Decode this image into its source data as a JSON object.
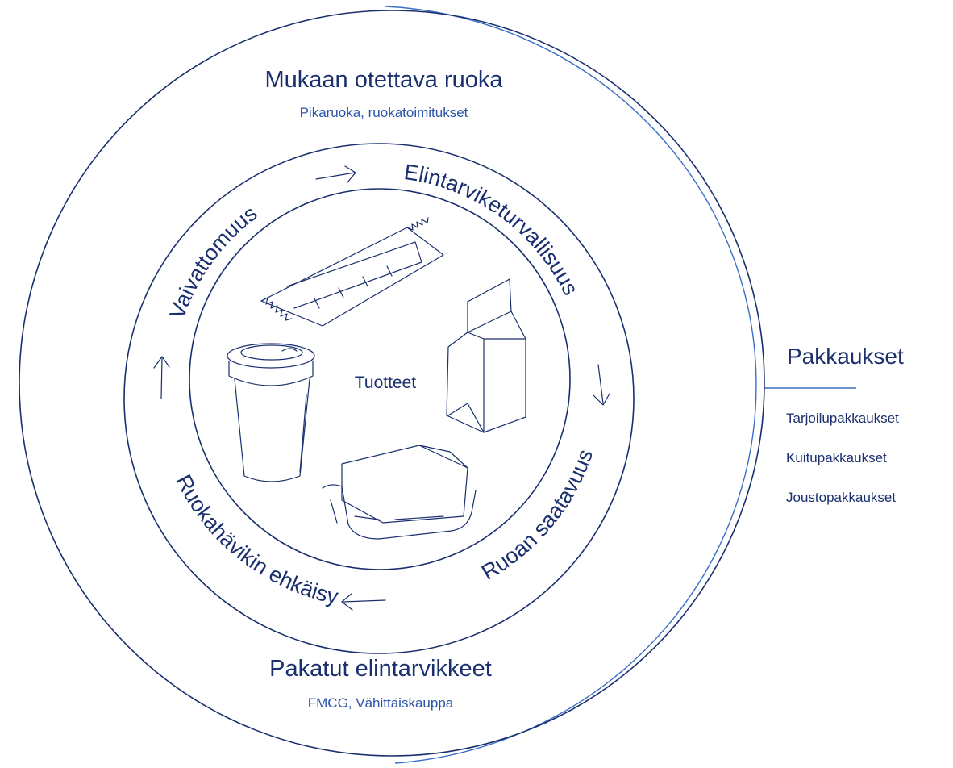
{
  "outer": {
    "top_title": "Mukaan otettava ruoka",
    "top_subtitle": "Pikaruoka, ruokatoimitukset",
    "bottom_title": "Pakatut elintarvikkeet",
    "bottom_subtitle": "FMCG, Vähittäiskauppa"
  },
  "ring": {
    "labels": [
      "Vaivattomuus",
      "Elintarviketurvallisuus",
      "Ruokahävikin ehkäisy",
      "Ruoan saatavuus"
    ]
  },
  "center": {
    "label": "Tuotteet"
  },
  "packaging": {
    "title": "Pakkaukset",
    "items": [
      "Tarjoilupakkaukset",
      "Kuitupakkaukset",
      "Joustopakkaukset"
    ]
  },
  "colors": {
    "ink": "#1a2f6e",
    "accent": "#3a6fc4"
  }
}
